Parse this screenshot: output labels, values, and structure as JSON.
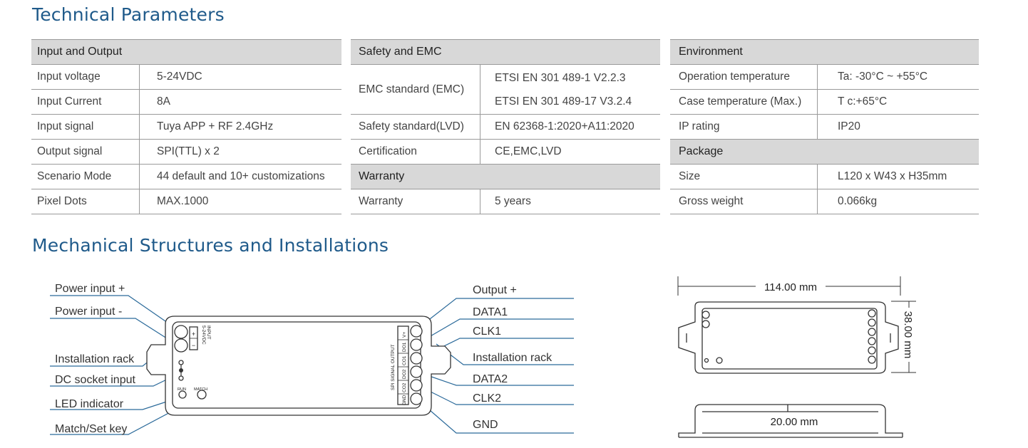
{
  "titles": {
    "technical": "Technical Parameters",
    "mechanical": "Mechanical Structures and Installations"
  },
  "input_output": {
    "header": "Input and Output",
    "rows": [
      {
        "label": "Input voltage",
        "value": "5-24VDC"
      },
      {
        "label": "Input Current",
        "value": "8A"
      },
      {
        "label": "Input  signal",
        "value": "Tuya APP + RF 2.4GHz"
      },
      {
        "label": "Output signal",
        "value": "SPI(TTL) x 2"
      },
      {
        "label": "Scenario Mode",
        "value": "44 default and 10+ customizations"
      },
      {
        "label": "Pixel Dots",
        "value": "MAX.1000"
      }
    ]
  },
  "safety": {
    "header": "Safety and EMC",
    "emc_label": "EMC standard (EMC)",
    "emc_values": [
      "ETSI EN 301 489-1 V2.2.3",
      "ETSI EN 301 489-17 V3.2.4"
    ],
    "lvd_label": "Safety standard(LVD)",
    "lvd_value": "EN 62368-1:2020+A11:2020",
    "cert_label": "Certification",
    "cert_value": "CE,EMC,LVD",
    "warranty_header": "Warranty",
    "warranty_label": "Warranty",
    "warranty_value": "5 years"
  },
  "environment": {
    "header": "Environment",
    "rows": [
      {
        "label": "Operation temperature",
        "value": "Ta: -30°C ~ +55°C"
      },
      {
        "label": "Case temperature (Max.)",
        "value": "T c:+65°C"
      },
      {
        "label": "IP rating",
        "value": "IP20"
      }
    ],
    "package_header": "Package",
    "package_rows": [
      {
        "label": "Size",
        "value": "L120 x W43 x H35mm"
      },
      {
        "label": "Gross weight",
        "value": "0.066kg"
      }
    ]
  },
  "diagram": {
    "left_labels": [
      "Power input +",
      "Power input -",
      "Installation rack",
      "DC socket input",
      "LED indicator",
      "Match/Set key"
    ],
    "right_labels": [
      "Output +",
      "DATA1",
      "CLK1",
      "Installation rack",
      "DATA2",
      "CLK2",
      "GND"
    ],
    "input_text": "INPUT",
    "voltage_text": "5-24VDC",
    "plus": "+",
    "minus": "−",
    "run": "RUN",
    "match": "MATCH",
    "spi_text": "SPI SIGNAL OUTPUT",
    "terminals": [
      "V+",
      "DO1",
      "CO1",
      "DO2",
      "CO2",
      "GND"
    ],
    "dim_length": "114.00 mm",
    "dim_width": "38.00 mm",
    "dim_height": "20.00 mm"
  }
}
